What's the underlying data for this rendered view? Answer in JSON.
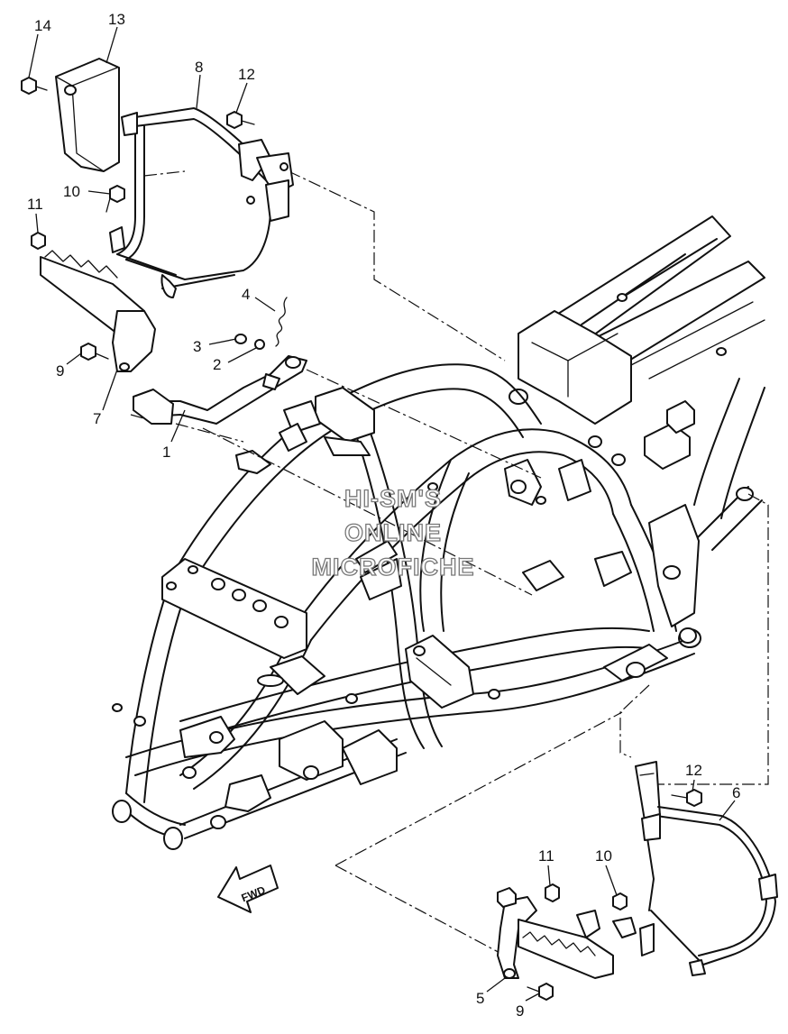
{
  "callouts": {
    "c1": "1",
    "c2": "2",
    "c3": "3",
    "c4": "4",
    "c5": "5",
    "c6": "6",
    "c7": "7",
    "c8": "8",
    "c9a": "9",
    "c9b": "9",
    "c10a": "10",
    "c10b": "10",
    "c11a": "11",
    "c11b": "11",
    "c12a": "12",
    "c12b": "12",
    "c13": "13",
    "c14": "14"
  },
  "fwd_label": "FWD",
  "watermark": {
    "line1": "HI-SM'S",
    "line2": "ONLINE",
    "line3": "MICROFICHE"
  }
}
